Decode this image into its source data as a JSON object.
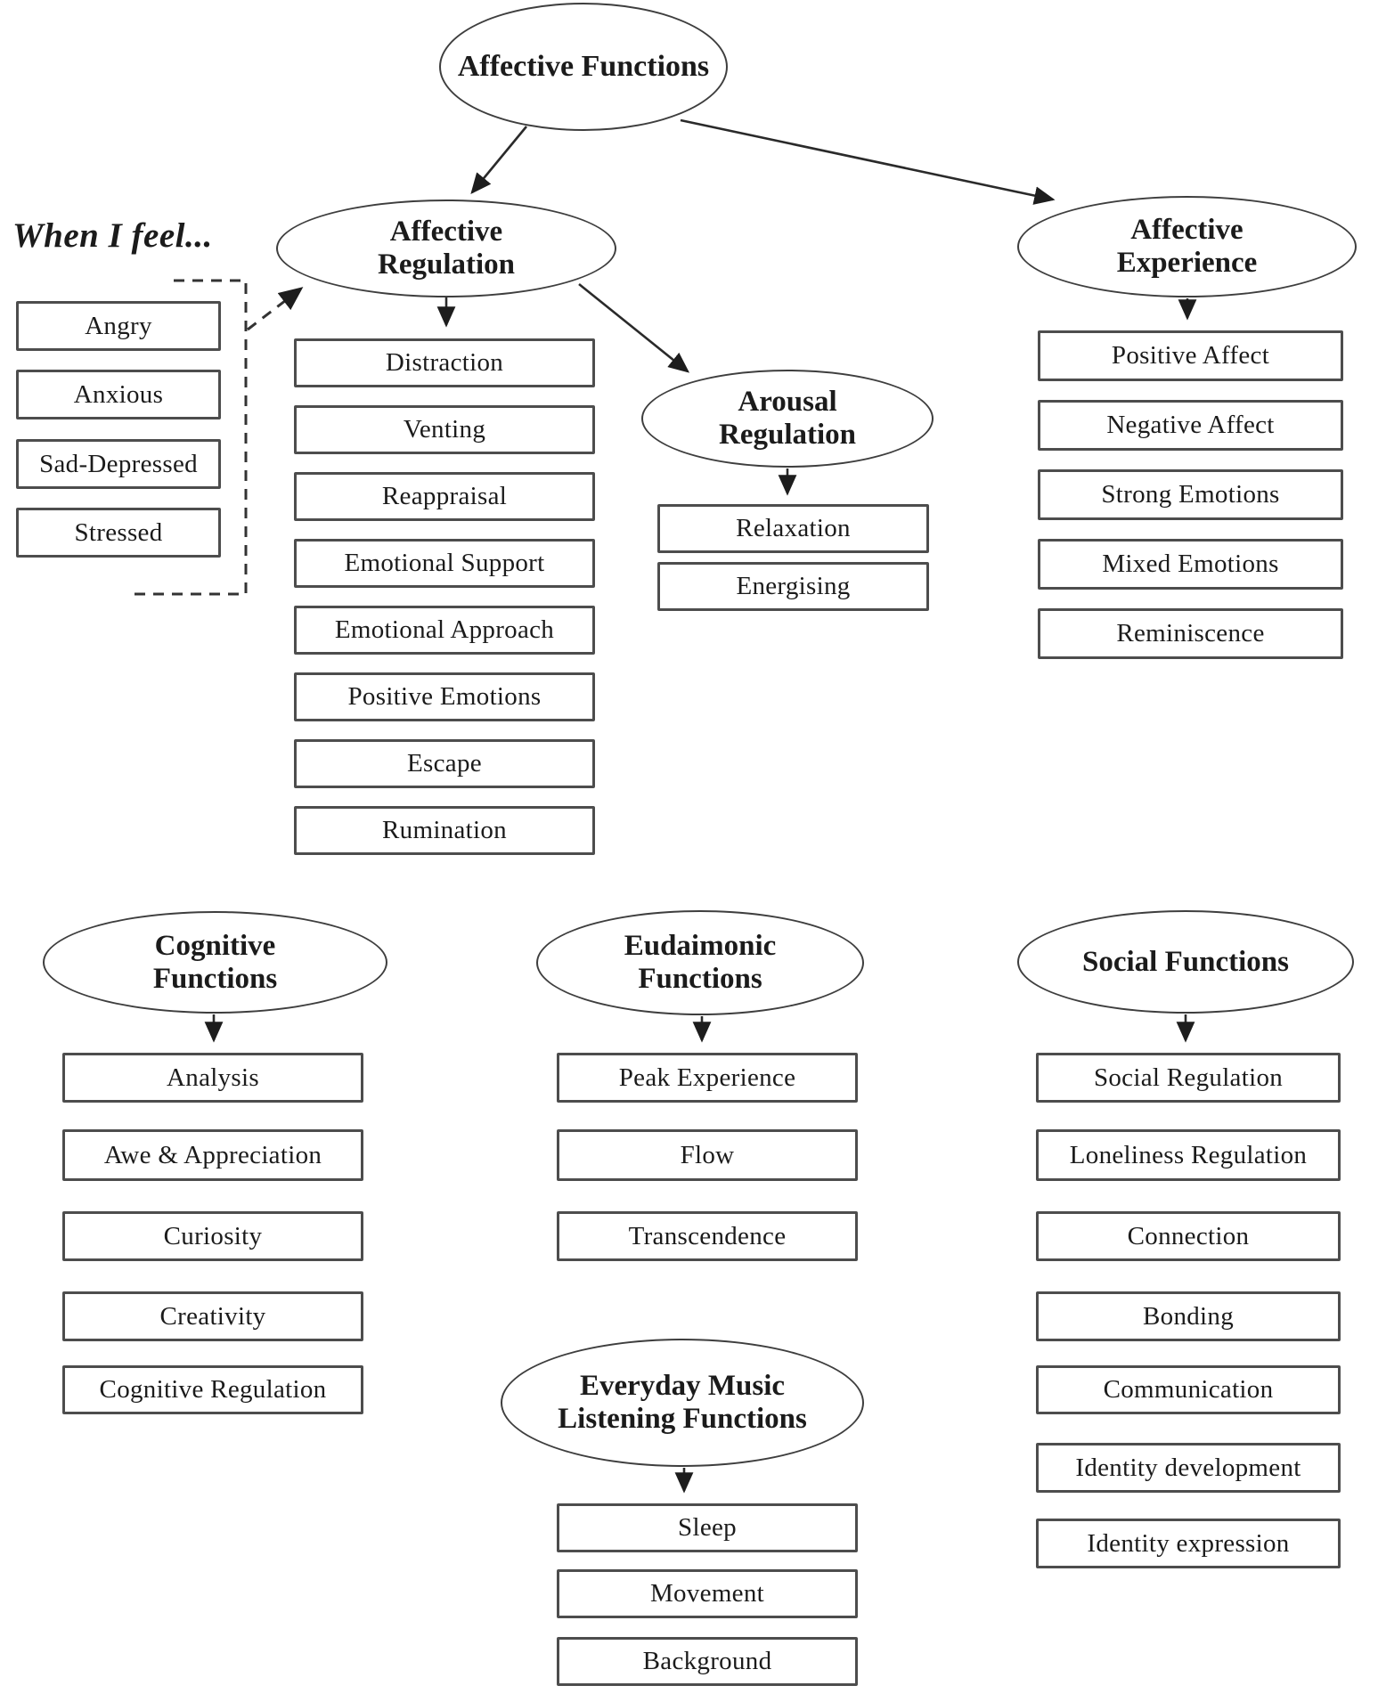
{
  "note": "When I feel...",
  "feelings": [
    "Angry",
    "Anxious",
    "Sad-Depressed",
    "Stressed"
  ],
  "ellipses": {
    "affective_functions": "Affective Functions",
    "affective_regulation": "Affective Regulation",
    "arousal_regulation": "Arousal Regulation",
    "affective_experience": "Affective Experience",
    "cognitive_functions": "Cognitive Functions",
    "eudaimonic_functions": "Eudaimonic Functions",
    "social_functions": "Social Functions",
    "everyday_music": "Everyday Music Listening Functions"
  },
  "items": {
    "affective_regulation": [
      "Distraction",
      "Venting",
      "Reappraisal",
      "Emotional Support",
      "Emotional Approach",
      "Positive Emotions",
      "Escape",
      "Rumination"
    ],
    "arousal_regulation": [
      "Relaxation",
      "Energising"
    ],
    "affective_experience": [
      "Positive Affect",
      "Negative Affect",
      "Strong Emotions",
      "Mixed Emotions",
      "Reminiscence"
    ],
    "cognitive_functions": [
      "Analysis",
      "Awe & Appreciation",
      "Curiosity",
      "Creativity",
      "Cognitive Regulation"
    ],
    "eudaimonic_functions": [
      "Peak Experience",
      "Flow",
      "Transcendence"
    ],
    "social_functions": [
      "Social Regulation",
      "Loneliness Regulation",
      "Connection",
      "Bonding",
      "Communication",
      "Identity development",
      "Identity expression"
    ],
    "everyday_music": [
      "Sleep",
      "Movement",
      "Background"
    ]
  },
  "colors": {
    "ink": "#1b1b1b",
    "box_border": "#4d4d4d",
    "ellipse_border": "#3e3e3e",
    "line": "#262626",
    "background": "#ffffff"
  }
}
